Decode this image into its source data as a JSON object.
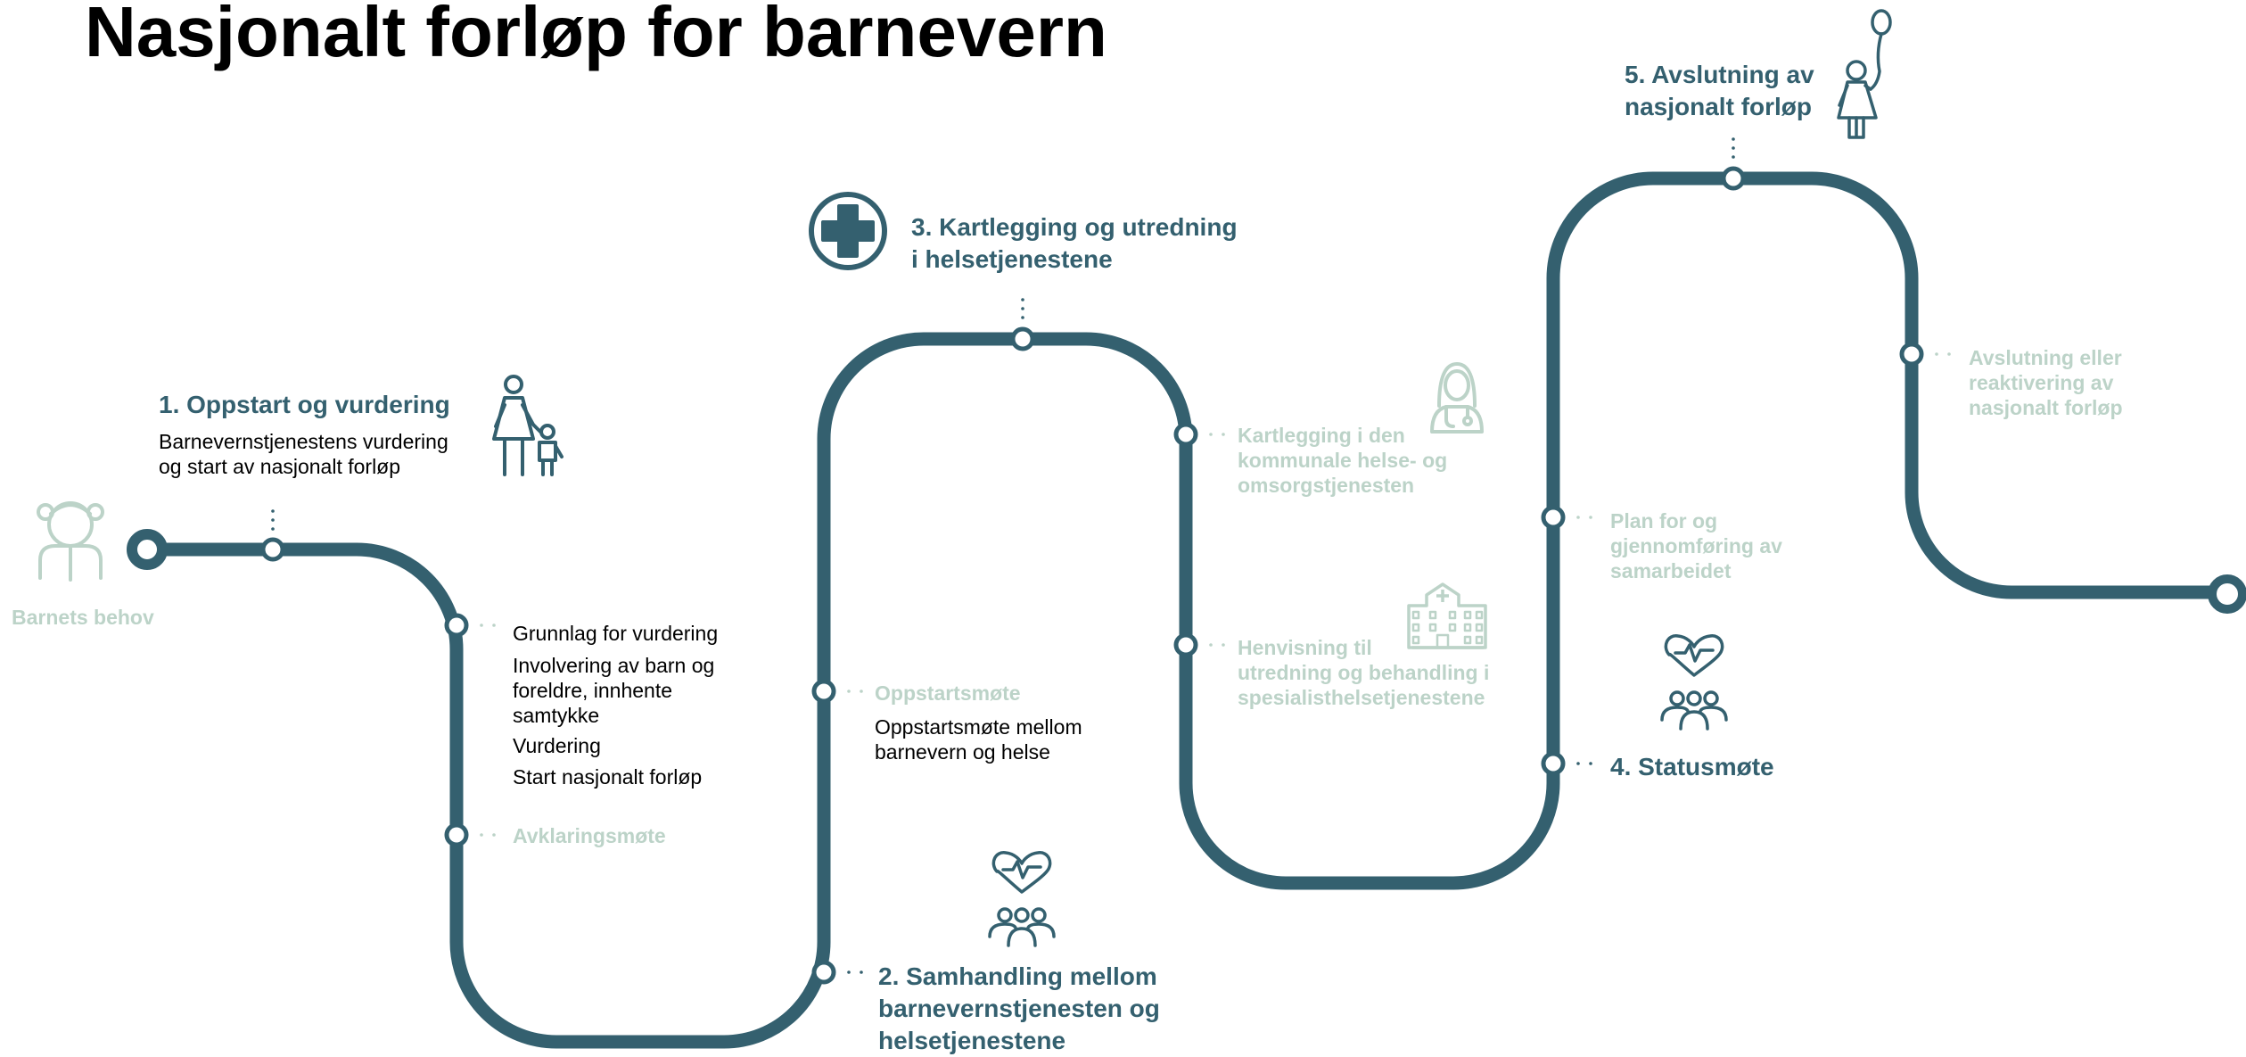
{
  "title": "Nasjonalt forløp for barnevern",
  "start_label": "Barnets behov",
  "phases": {
    "p1": {
      "title": "1. Oppstart og vurdering",
      "desc_line1": "Barnevernstjenestens vurdering",
      "desc_line2": "og start av nasjonalt forløp"
    },
    "p2": {
      "line1": "2. Samhandling mellom",
      "line2": "barnevernstjenesten og",
      "line3": "helsetjenestene"
    },
    "p3": {
      "line1": "3. Kartlegging og utredning",
      "line2": "i helsetjenestene"
    },
    "p4": {
      "title": "4. Statusmøte"
    },
    "p5": {
      "line1": "5. Avslutning av",
      "line2": "nasjonalt forløp"
    }
  },
  "steps": {
    "grunnlag": {
      "items": [
        "Grunnlag for vurdering",
        "Involvering av barn og",
        "foreldre, innhente",
        "samtykke",
        "Vurdering",
        "Start nasjonalt forløp"
      ]
    },
    "avklaring": "Avklaringsmøte",
    "oppstart": {
      "label": "Oppstartsmøte",
      "desc_line1": "Oppstartsmøte mellom",
      "desc_line2": "barnevern og helse"
    },
    "kartlegging": {
      "line1": "Kartlegging i den",
      "line2": "kommunale helse- og",
      "line3": "omsorgstjenesten"
    },
    "henvisning": {
      "line1": "Henvisning til",
      "line2": "utredning og behandling i",
      "line3": "spesialisthelsetjenestene"
    },
    "plan": {
      "line1": "Plan for og",
      "line2": "gjennomføring av",
      "line3": "samarbeidet"
    },
    "avslutning": {
      "line1": "Avslutning eller",
      "line2": "reaktivering av",
      "line3": "nasjonalt forløp"
    }
  },
  "colors": {
    "track": "#34606f",
    "pale": "#bcd3c8",
    "text": "#000000"
  },
  "icons": [
    "child-icon",
    "parent-with-child-icon",
    "medical-cross-icon",
    "heart-people-icon",
    "doctor-icon",
    "hospital-icon",
    "child-with-balloon-icon"
  ]
}
